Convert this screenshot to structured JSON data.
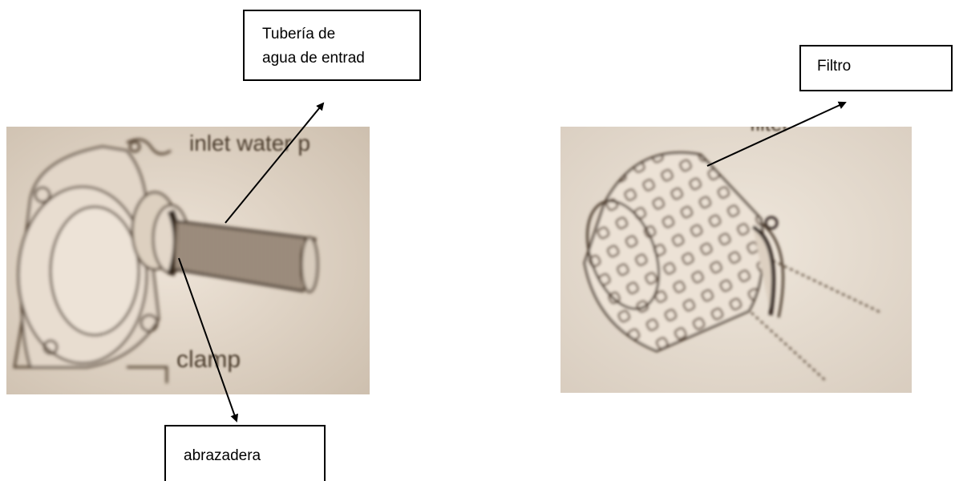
{
  "diagram_left": {
    "printed_labels": {
      "pipe": "inlet water p",
      "clamp": "clamp"
    },
    "callouts": {
      "pipe": {
        "line1": "Tubería de",
        "line2": "agua de entrad"
      },
      "clamp": "abrazadera"
    }
  },
  "diagram_right": {
    "printed_labels": {
      "filter": "filter"
    },
    "callouts": {
      "filter": "Filtro"
    }
  },
  "colors": {
    "paper_left": "#d8cbbd",
    "paper_right": "#e3d9cd",
    "print_ink": "#4a3a2c",
    "callout_border": "#000000"
  }
}
